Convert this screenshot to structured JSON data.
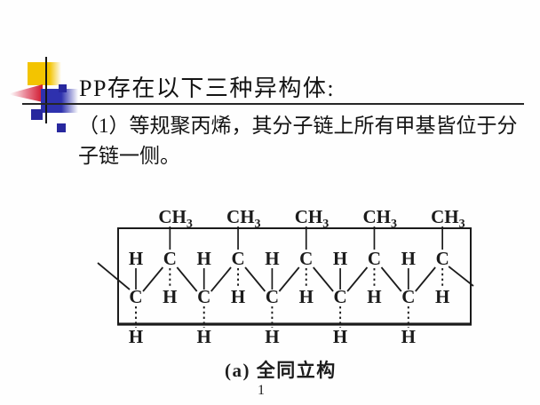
{
  "slide": {
    "title": "PP存在以下三种异构体:",
    "body_line1": "（1）等规聚丙烯，其分子链上所有甲基皆位于分",
    "body_line2": "子链一侧。",
    "page_number": "1"
  },
  "diagram": {
    "caption": "(a) 全同立构",
    "methyl_labels": [
      "CH3",
      "CH3",
      "CH3",
      "CH3",
      "CH3"
    ],
    "upper_atoms": [
      "H",
      "C",
      "H",
      "C",
      "H",
      "C",
      "H",
      "C",
      "H",
      "C"
    ],
    "lower_atoms": [
      "C",
      "H",
      "C",
      "H",
      "C",
      "H",
      "C",
      "H",
      "C",
      "H"
    ],
    "bottom_atoms": [
      "H",
      "H",
      "H",
      "H",
      "H"
    ],
    "ink": "#1b1b1b"
  },
  "colors": {
    "deco-yellow": "#f3c400",
    "deco-red": "#d1182e",
    "deco-blue": "#2e31ae",
    "deco-bullet": "#28289e",
    "line": "#262626"
  }
}
